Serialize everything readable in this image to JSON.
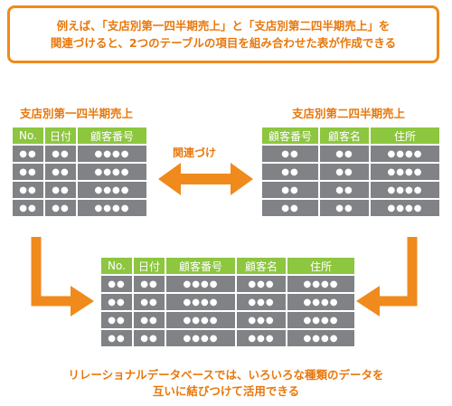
{
  "note": {
    "line1": "例えば、「支店別第一四半期売上」と「支店別第二四半期売上」を",
    "line2": "関連づけると、2つのテーブルの項目を組み合わせた表が作成できる"
  },
  "table_left": {
    "title": "支店別第一四半期売上",
    "headers": [
      "No.",
      "日付",
      "顧客番号"
    ],
    "rows": [
      [
        "●●",
        "●●",
        "●●●●"
      ],
      [
        "●●",
        "●●",
        "●●●●"
      ],
      [
        "●●",
        "●●",
        "●●●●"
      ],
      [
        "●●",
        "●●",
        "●●●●"
      ]
    ]
  },
  "table_right": {
    "title": "支店別第二四半期売上",
    "headers": [
      "顧客番号",
      "顧客名",
      "住所"
    ],
    "rows": [
      [
        "●●",
        "●●",
        "●●●●"
      ],
      [
        "●●",
        "●●",
        "●●●●"
      ],
      [
        "●●",
        "●●",
        "●●●●"
      ],
      [
        "●●",
        "●●",
        "●●●●"
      ]
    ]
  },
  "relation_label": "関連づけ",
  "table_merged": {
    "headers": [
      "No.",
      "日付",
      "顧客番号",
      "顧客名",
      "住所"
    ],
    "rows": [
      [
        "●●",
        "●●",
        "●●●●",
        "●●●",
        "●●●●"
      ],
      [
        "●●",
        "●●",
        "●●●●",
        "●●●",
        "●●●●"
      ],
      [
        "●●",
        "●●",
        "●●●●",
        "●●●",
        "●●●●"
      ],
      [
        "●●",
        "●●",
        "●●●●",
        "●●●",
        "●●●●"
      ]
    ]
  },
  "footer": {
    "line1": "リレーショナルデータベースでは、いろいろな種類のデータを",
    "line2": "互いに結びつけて活用できる"
  },
  "colors": {
    "accent": "#f08a1c",
    "header_green": "#8dc63f",
    "cell_gray": "#808285"
  }
}
